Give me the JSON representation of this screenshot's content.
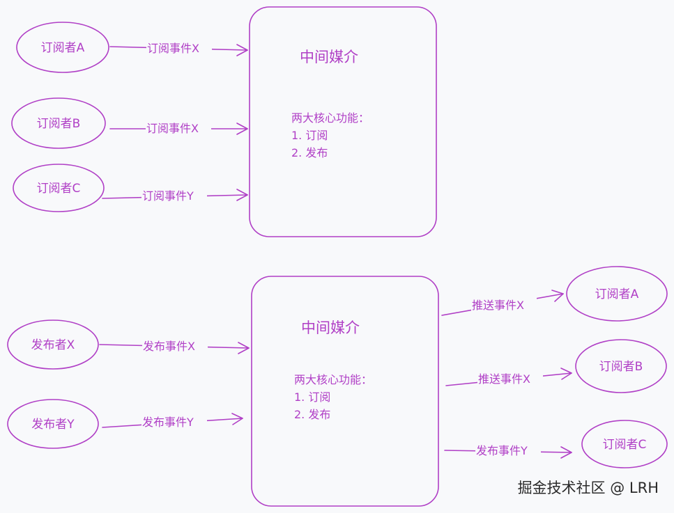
{
  "colors": {
    "stroke": "#b03fc6",
    "background": "#f8f9fb",
    "watermark": "#2b2b2b"
  },
  "top": {
    "hub": {
      "title": "中间媒介",
      "heading": "两大核心功能：",
      "item1": "1. 订阅",
      "item2": "2. 发布"
    },
    "subscribers": [
      "订阅者A",
      "订阅者B",
      "订阅者C"
    ],
    "edges": [
      "订阅事件X",
      "订阅事件X",
      "订阅事件Y"
    ]
  },
  "bottom": {
    "hub": {
      "title": "中间媒介",
      "heading": "两大核心功能：",
      "item1": "1. 订阅",
      "item2": "2. 发布"
    },
    "publishers": [
      "发布者X",
      "发布者Y"
    ],
    "in_edges": [
      "发布事件X",
      "发布事件Y"
    ],
    "subscribers": [
      "订阅者A",
      "订阅者B",
      "订阅者C"
    ],
    "out_edges": [
      "推送事件X",
      "推送事件X",
      "发布事件Y"
    ]
  },
  "watermark": "掘金技术社区 @ LRH"
}
